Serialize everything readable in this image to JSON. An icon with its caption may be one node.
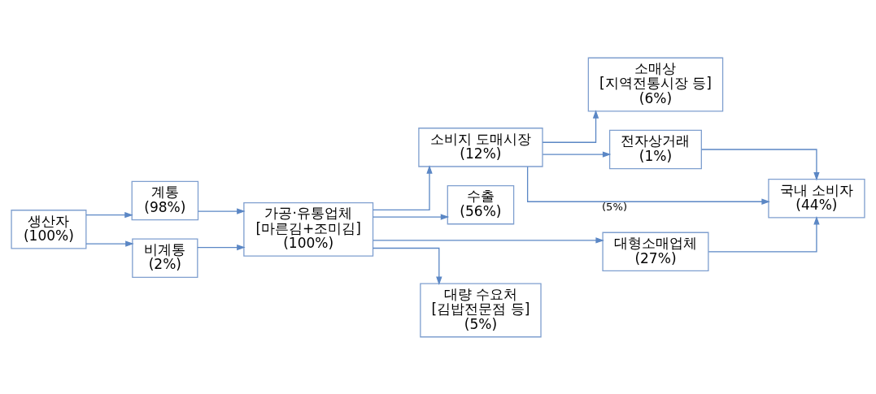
{
  "diagram": {
    "nodes": [
      {
        "text": [
          "생산자",
          "(100%)"
        ]
      },
      {
        "text": [
          "계통",
          "(98%)"
        ]
      },
      {
        "text": [
          "비계통",
          "(2%)"
        ]
      },
      {
        "text": [
          "가공·유통업체",
          "[마른김+조미김]",
          "(100%)"
        ]
      },
      {
        "text": [
          "소비지 도매시장",
          "(12%)"
        ]
      },
      {
        "text": [
          "수출",
          "(56%)"
        ]
      },
      {
        "text": [
          "대형소매업체",
          "(27%)"
        ]
      },
      {
        "text": [
          "대량 수요처",
          "[김밥전문점 등]",
          "(5%)"
        ]
      },
      {
        "text": [
          "소매상",
          "[지역전통시장 등]",
          "(6%)"
        ]
      },
      {
        "text": [
          "전자상거래",
          "(1%)"
        ]
      },
      {
        "text": [
          "국내 소비자",
          "(44%)"
        ]
      }
    ],
    "edges": [
      {
        "from": 0,
        "to": 1,
        "arrow": "to"
      },
      {
        "from": 0,
        "to": 2,
        "arrow": "to"
      },
      {
        "from": 1,
        "to": 3,
        "arrow": "to"
      },
      {
        "from": 2,
        "to": 3,
        "arrow": "to"
      },
      {
        "from": 3,
        "to": 5,
        "arrow": "to"
      },
      {
        "from": 3,
        "to": 6,
        "arrow": "to"
      },
      {
        "from": 3,
        "to": 7,
        "arrow": "to"
      },
      {
        "from": 3,
        "to": 4,
        "arrow": "to"
      },
      {
        "from": 4,
        "to": 8,
        "arrow": "to"
      },
      {
        "from": 4,
        "to": 9,
        "arrow": "to"
      },
      {
        "from": 4,
        "to": 10,
        "arrow": "to",
        "label": "(5%)"
      },
      {
        "from": 6,
        "to": 10,
        "arrow": "to"
      },
      {
        "from": 9,
        "to": 10,
        "arrow": "to"
      }
    ]
  }
}
